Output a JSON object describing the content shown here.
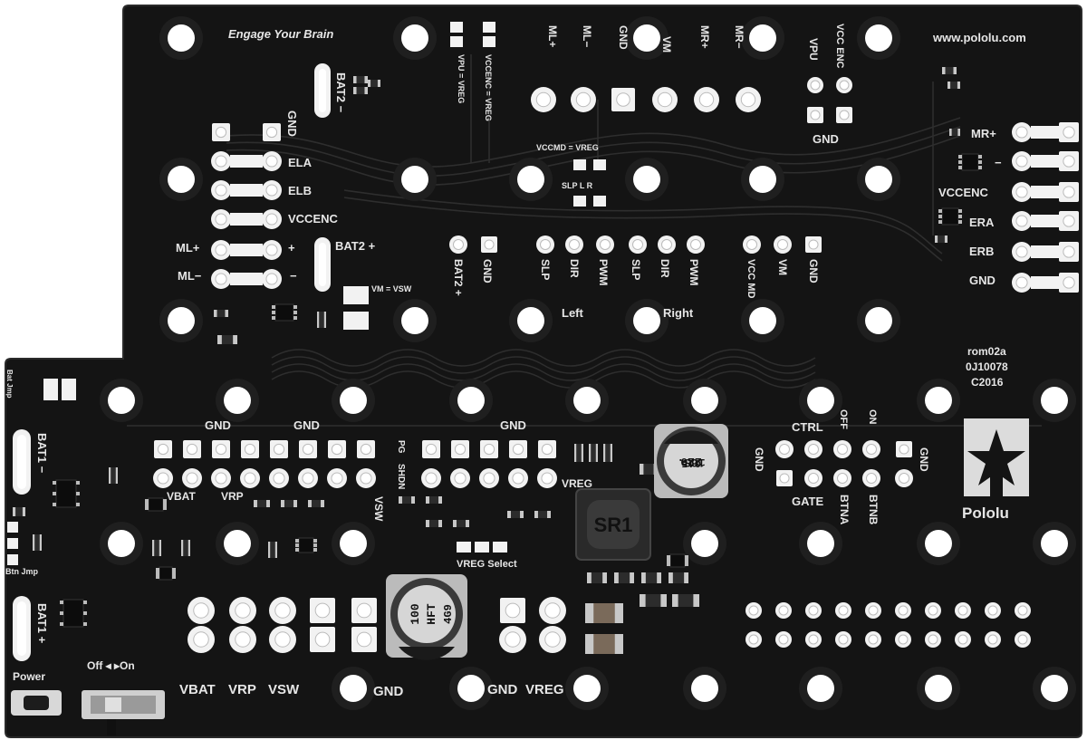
{
  "board": {
    "tagline": "Engage Your Brain",
    "url": "www.pololu.com",
    "revision": [
      "rom02a",
      "0J10078",
      "C2016"
    ],
    "brand": "Pololu",
    "colors": {
      "board": "#141414",
      "silk": "#e8e8e8",
      "pad": "#f2f2f2",
      "background": "#ffffff"
    }
  },
  "labels": {
    "bat2_minus": "BAT2 −",
    "bat2_plus": "BAT2 +",
    "gnd": "GND",
    "ela": "ELA",
    "elb": "ELB",
    "vccenc": "VCCENC",
    "ml_plus": "ML+",
    "ml_minus": "ML−",
    "plus": "+",
    "minus": "−",
    "vm_vsw": "VM = VSW",
    "vpu_vreg": "VPU = VREG",
    "vccenc_vreg": "VCCENC = VREG",
    "vccmd_vreg": "VCCMD = VREG",
    "slp_l_r": "SLP L R",
    "top_ml_plus": "ML+",
    "top_ml_minus": "ML−",
    "top_gnd": "GND",
    "top_vm": "VM",
    "top_mr_plus": "MR+",
    "top_mr_minus": "MR−",
    "vpu": "VPU",
    "vcc_enc": "VCC ENC",
    "mr_plus": "MR+",
    "mr_minus": "−",
    "era": "ERA",
    "erb": "ERB",
    "bat2_plus_v": "BAT2 +",
    "slp": "SLP",
    "dir": "DIR",
    "pwm": "PWM",
    "vcc_md": "VCC MD",
    "vm": "VM",
    "left": "Left",
    "right": "Right",
    "bat_jmp": "Bat Jmp",
    "btn_jmp": "Btn Jmp",
    "bat1_minus": "BAT1 −",
    "bat1_plus": "BAT1 +",
    "power": "Power",
    "off_on": "Off ◂ ▸On",
    "vbat": "VBAT",
    "vrp": "VRP",
    "vsw": "VSW",
    "pg": "PG",
    "shdn": "SHDN",
    "vreg": "VREG",
    "vreg_select": "VREG Select",
    "ctrl": "CTRL",
    "off": "OFF",
    "on": "ON",
    "gate": "GATE",
    "btna": "BTNA",
    "btnb": "BTNB"
  },
  "components": {
    "inductor": "SR1",
    "cap_large_right": [
      "220",
      "16S.",
      "015"
    ],
    "cap_large_left": [
      "100",
      "HFT",
      "4G9"
    ]
  }
}
